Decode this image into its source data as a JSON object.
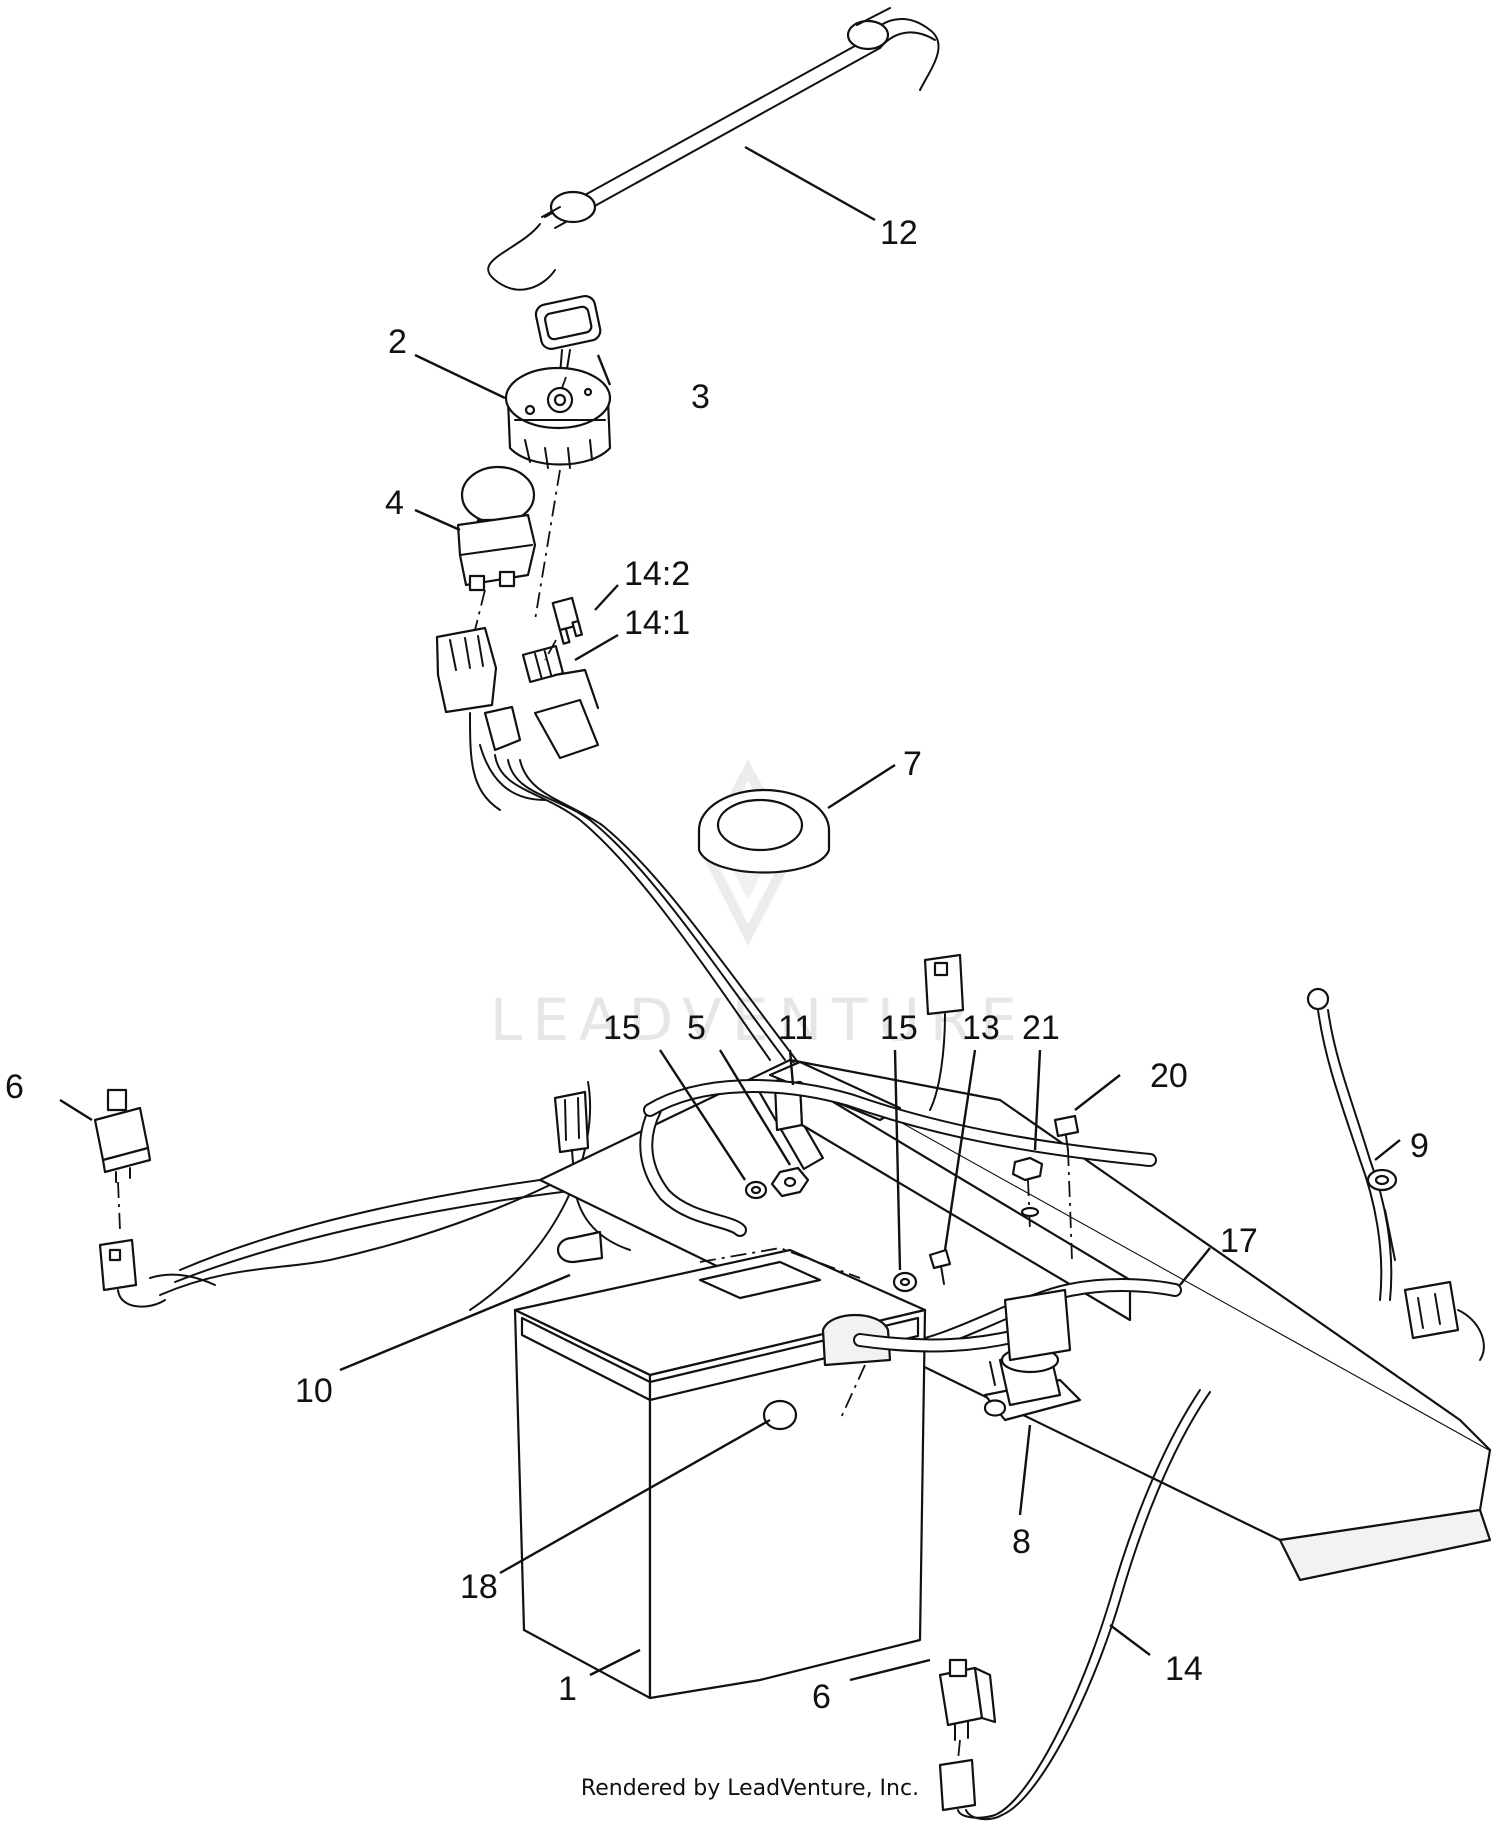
{
  "watermark": {
    "brand_text": "LEADVENTURE"
  },
  "footer": {
    "credit": "Rendered by LeadVenture, Inc."
  },
  "callouts": [
    {
      "id": "c1",
      "label": "1"
    },
    {
      "id": "c2",
      "label": "2"
    },
    {
      "id": "c3",
      "label": "3"
    },
    {
      "id": "c4",
      "label": "4"
    },
    {
      "id": "c5",
      "label": "5"
    },
    {
      "id": "c6a",
      "label": "6"
    },
    {
      "id": "c6b",
      "label": "6"
    },
    {
      "id": "c7",
      "label": "7"
    },
    {
      "id": "c8",
      "label": "8"
    },
    {
      "id": "c9",
      "label": "9"
    },
    {
      "id": "c10",
      "label": "10"
    },
    {
      "id": "c11",
      "label": "11"
    },
    {
      "id": "c12",
      "label": "12"
    },
    {
      "id": "c13",
      "label": "13"
    },
    {
      "id": "c14",
      "label": "14"
    },
    {
      "id": "c14_1",
      "label": "14:1"
    },
    {
      "id": "c14_2",
      "label": "14:2"
    },
    {
      "id": "c15a",
      "label": "15"
    },
    {
      "id": "c15b",
      "label": "15"
    },
    {
      "id": "c17",
      "label": "17"
    },
    {
      "id": "c18",
      "label": "18"
    },
    {
      "id": "c20",
      "label": "20"
    },
    {
      "id": "c21",
      "label": "21"
    }
  ]
}
